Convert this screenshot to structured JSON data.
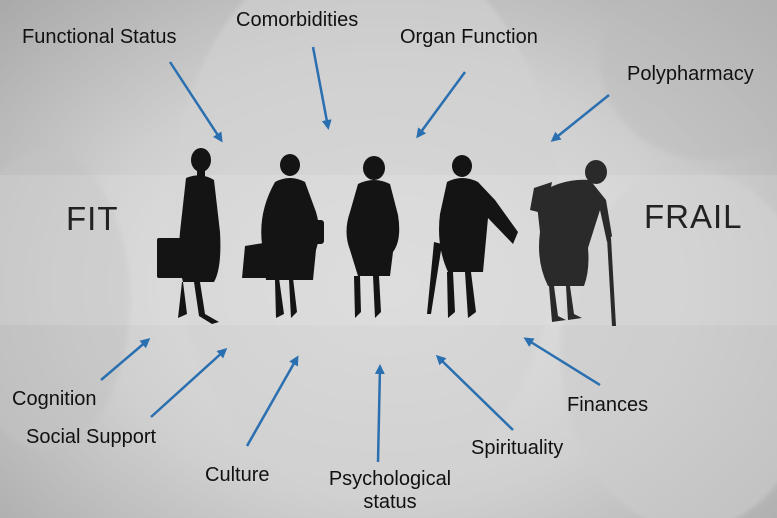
{
  "diagram": {
    "left_label": "FIT",
    "right_label": "FRAIL",
    "factors_top": [
      "Functional Status",
      "Comorbidities",
      "Organ Function",
      "Polypharmacy"
    ],
    "factors_bottom": [
      "Cognition",
      "Social Support",
      "Culture",
      "Psychological status",
      "Spirituality",
      "Finances"
    ],
    "arrow_color": "#2a6fb0",
    "figures": [
      "woman-with-handbag",
      "woman-with-bag",
      "woman-walking",
      "woman-with-cane",
      "stooped-woman-with-cane"
    ]
  }
}
